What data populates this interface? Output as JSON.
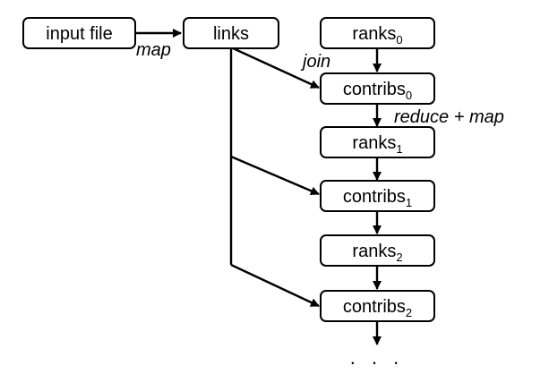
{
  "nodes": {
    "input_file": {
      "label": "input file"
    },
    "links": {
      "label": "links"
    },
    "ranks0": {
      "label": "ranks",
      "sub": "0"
    },
    "contribs0": {
      "label": "contribs",
      "sub": "0"
    },
    "ranks1": {
      "label": "ranks",
      "sub": "1"
    },
    "contribs1": {
      "label": "contribs",
      "sub": "1"
    },
    "ranks2": {
      "label": "ranks",
      "sub": "2"
    },
    "contribs2": {
      "label": "contribs",
      "sub": "2"
    }
  },
  "edge_labels": {
    "map": "map",
    "join": "join",
    "reduce_map": "reduce + map"
  },
  "continuation": ". . ."
}
